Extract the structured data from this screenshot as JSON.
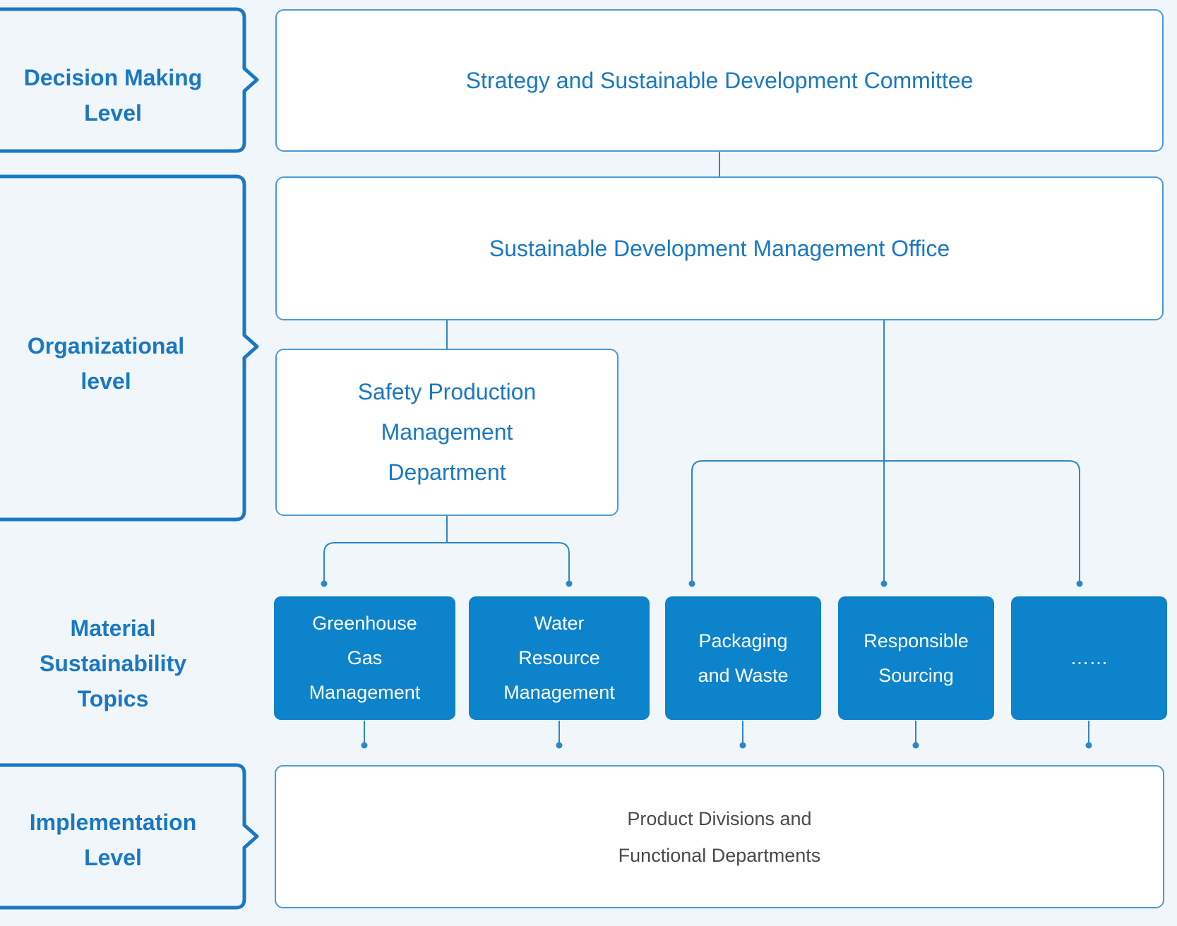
{
  "levels": {
    "decision": [
      "Decision Making",
      "Level"
    ],
    "organizational": [
      "Organizational",
      "level"
    ],
    "topics": [
      "Material",
      "Sustainability",
      "Topics"
    ],
    "implementation": [
      "Implementation",
      "Level"
    ]
  },
  "boxes": {
    "committee": "Strategy and Sustainable Development Committee",
    "office": "Sustainable Development Management Office",
    "safety": [
      "Safety Production",
      "Management",
      "Department"
    ],
    "implementation": [
      "Product Divisions and",
      "Functional Departments"
    ]
  },
  "topics": [
    [
      "Greenhouse",
      "Gas",
      "Management"
    ],
    [
      "Water",
      "Resource",
      "Management"
    ],
    [
      "Packaging",
      "and Waste"
    ],
    [
      "Responsible",
      "Sourcing"
    ],
    [
      "……"
    ]
  ],
  "colors": {
    "accent": "#1a78c2",
    "line": "#2b87c9",
    "topic_fill": "#0d83cc",
    "background": "#f1f6fb"
  }
}
